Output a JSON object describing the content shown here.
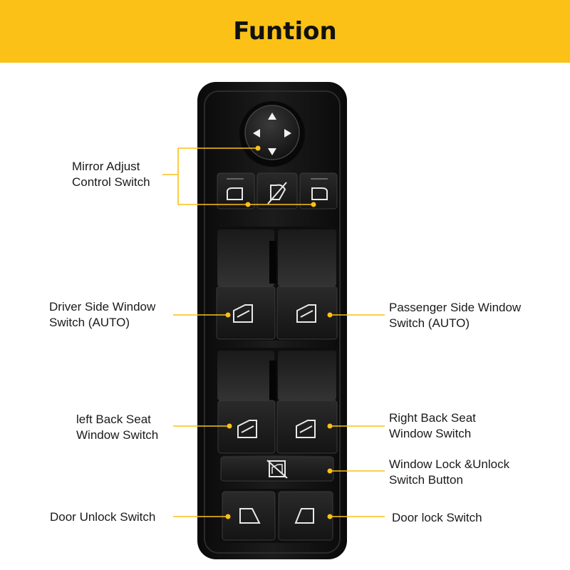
{
  "header": {
    "title": "Funtion",
    "accent": "#fbc116"
  },
  "labels": {
    "mirror": [
      "Mirror Adjust",
      "Control Switch"
    ],
    "driver": [
      "Driver Side Window",
      "Switch (AUTO)"
    ],
    "passenger": [
      "Passenger Side Window",
      "Switch (AUTO)"
    ],
    "left_back": [
      "left Back Seat",
      "Window Switch"
    ],
    "right_back": [
      "Right Back Seat",
      "Window Switch"
    ],
    "lock": [
      "Window Lock &Unlock",
      "Switch Button"
    ],
    "door_unlock": "Door Unlock Switch",
    "door_lock": "Door lock Switch"
  },
  "icons": {
    "mirror_pad": "four-way-arrow-icon",
    "mirror_left": "left-mirror-icon",
    "mirror_fold": "mirror-fold-icon",
    "mirror_right": "right-mirror-icon",
    "window": "window-icon",
    "window_lock": "window-lock-icon",
    "door_unlock": "door-unlock-icon",
    "door_lock": "door-lock-icon"
  }
}
